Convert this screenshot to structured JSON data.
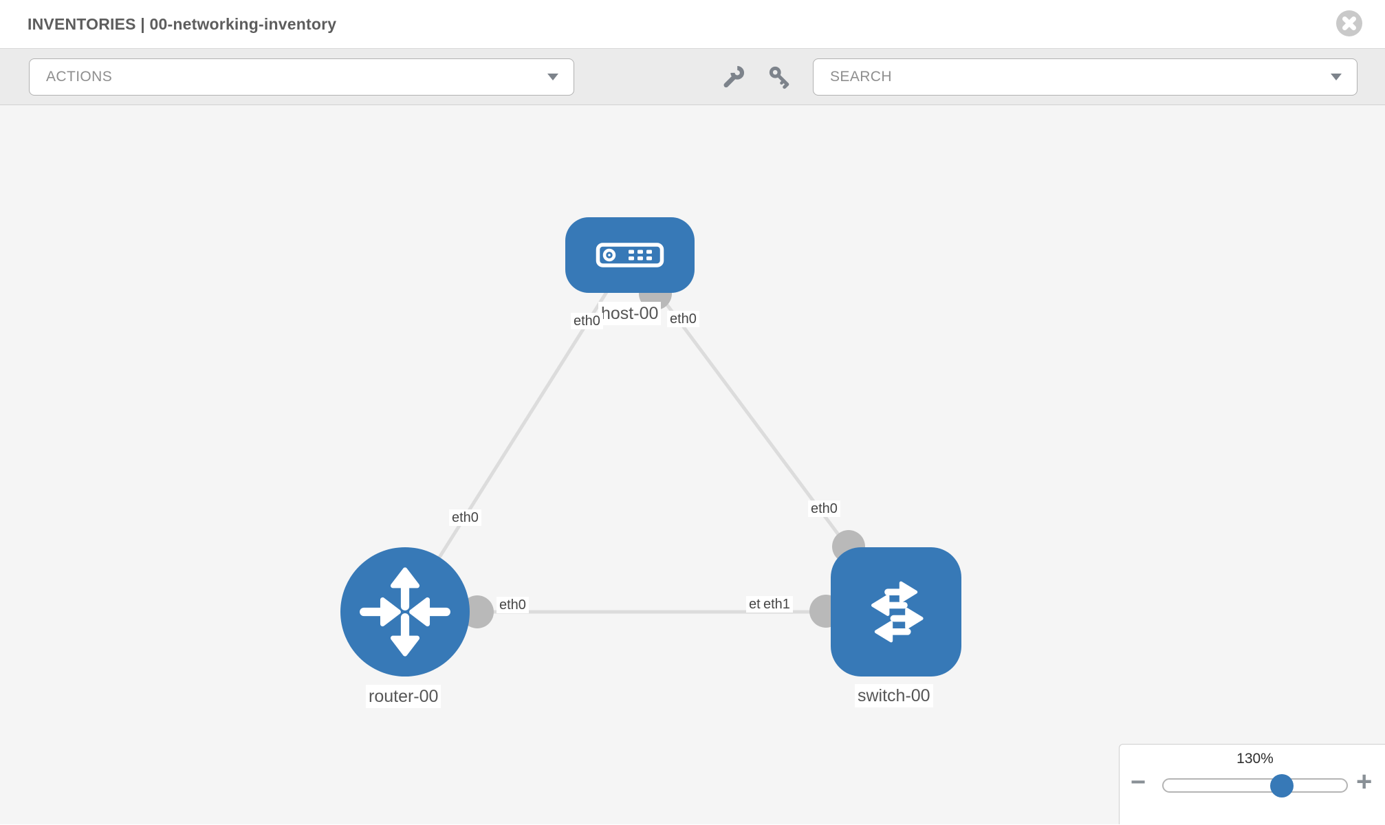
{
  "header": {
    "title": "INVENTORIES | 00-networking-inventory",
    "close_icon": "x-circle"
  },
  "toolbar": {
    "actions_label": "ACTIONS",
    "search_label": "SEARCH",
    "tool_icons": [
      "wrench-icon",
      "key-icon"
    ]
  },
  "canvas": {
    "nodes": [
      {
        "id": "host-00",
        "label": "host-00",
        "type": "host",
        "shape": "rounded-rect",
        "icon": "server-icon"
      },
      {
        "id": "router-00",
        "label": "router-00",
        "type": "router",
        "shape": "circle",
        "icon": "router-arrows-icon"
      },
      {
        "id": "switch-00",
        "label": "switch-00",
        "type": "switch",
        "shape": "rounded-square",
        "icon": "switch-arrows-icon"
      }
    ],
    "links": [
      {
        "from": "host-00",
        "to": "router-00",
        "from_if": "eth0",
        "to_if": "eth0"
      },
      {
        "from": "host-00",
        "to": "switch-00",
        "from_if": "eth0",
        "to_if": "eth0"
      },
      {
        "from": "router-00",
        "to": "switch-00",
        "from_if": "eth0",
        "to_if": "eth1"
      }
    ],
    "interface_labels": [
      {
        "text": "eth0"
      },
      {
        "text": "eth0"
      },
      {
        "text": "eth0"
      },
      {
        "text": "eth0"
      },
      {
        "text": "eth0"
      },
      {
        "text": "etl"
      },
      {
        "text": "eth1"
      }
    ]
  },
  "zoom_control": {
    "value_label": "130%",
    "percent": 130,
    "zoom_out_label": "−",
    "zoom_in_label": "+"
  },
  "colors": {
    "node_blue": "#3779b7",
    "link_gray": "#dcdcdc",
    "dot_gray": "#b9b9b9",
    "canvas_bg": "#f5f5f5"
  }
}
